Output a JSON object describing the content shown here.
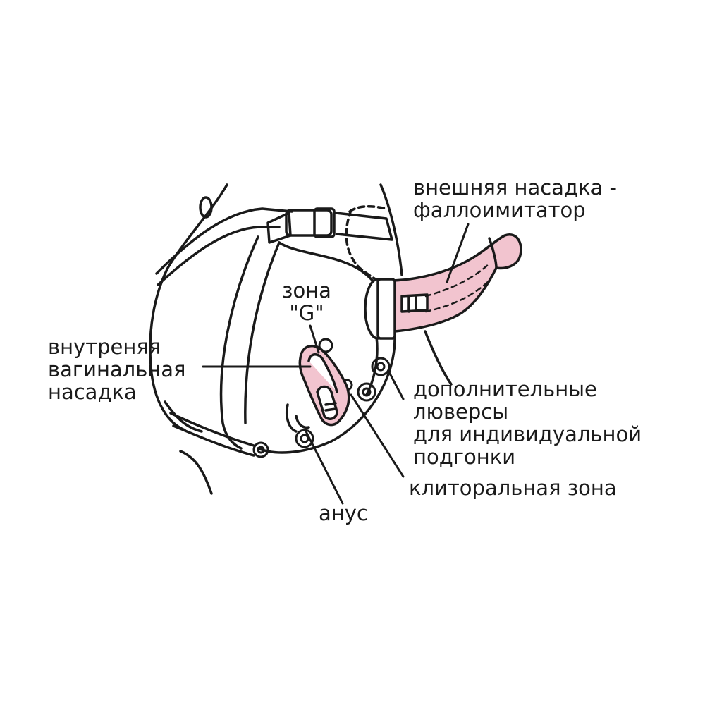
{
  "colors": {
    "ink": "#1a1a1a",
    "pink": "#f2c4cf",
    "background": "#ffffff"
  },
  "labels": {
    "external_attachment": [
      "внешняя насадка -",
      "фаллоимитатор"
    ],
    "g_zone": [
      "зона",
      "\"G\""
    ],
    "internal_attachment": [
      "внутреняя",
      "вагинальная",
      "насадка"
    ],
    "eyelets": [
      "дополнительные",
      "люверсы",
      "для индивидуальной",
      "подгонки"
    ],
    "clitoral_zone": "клиторальная зона",
    "anus": "анус"
  }
}
